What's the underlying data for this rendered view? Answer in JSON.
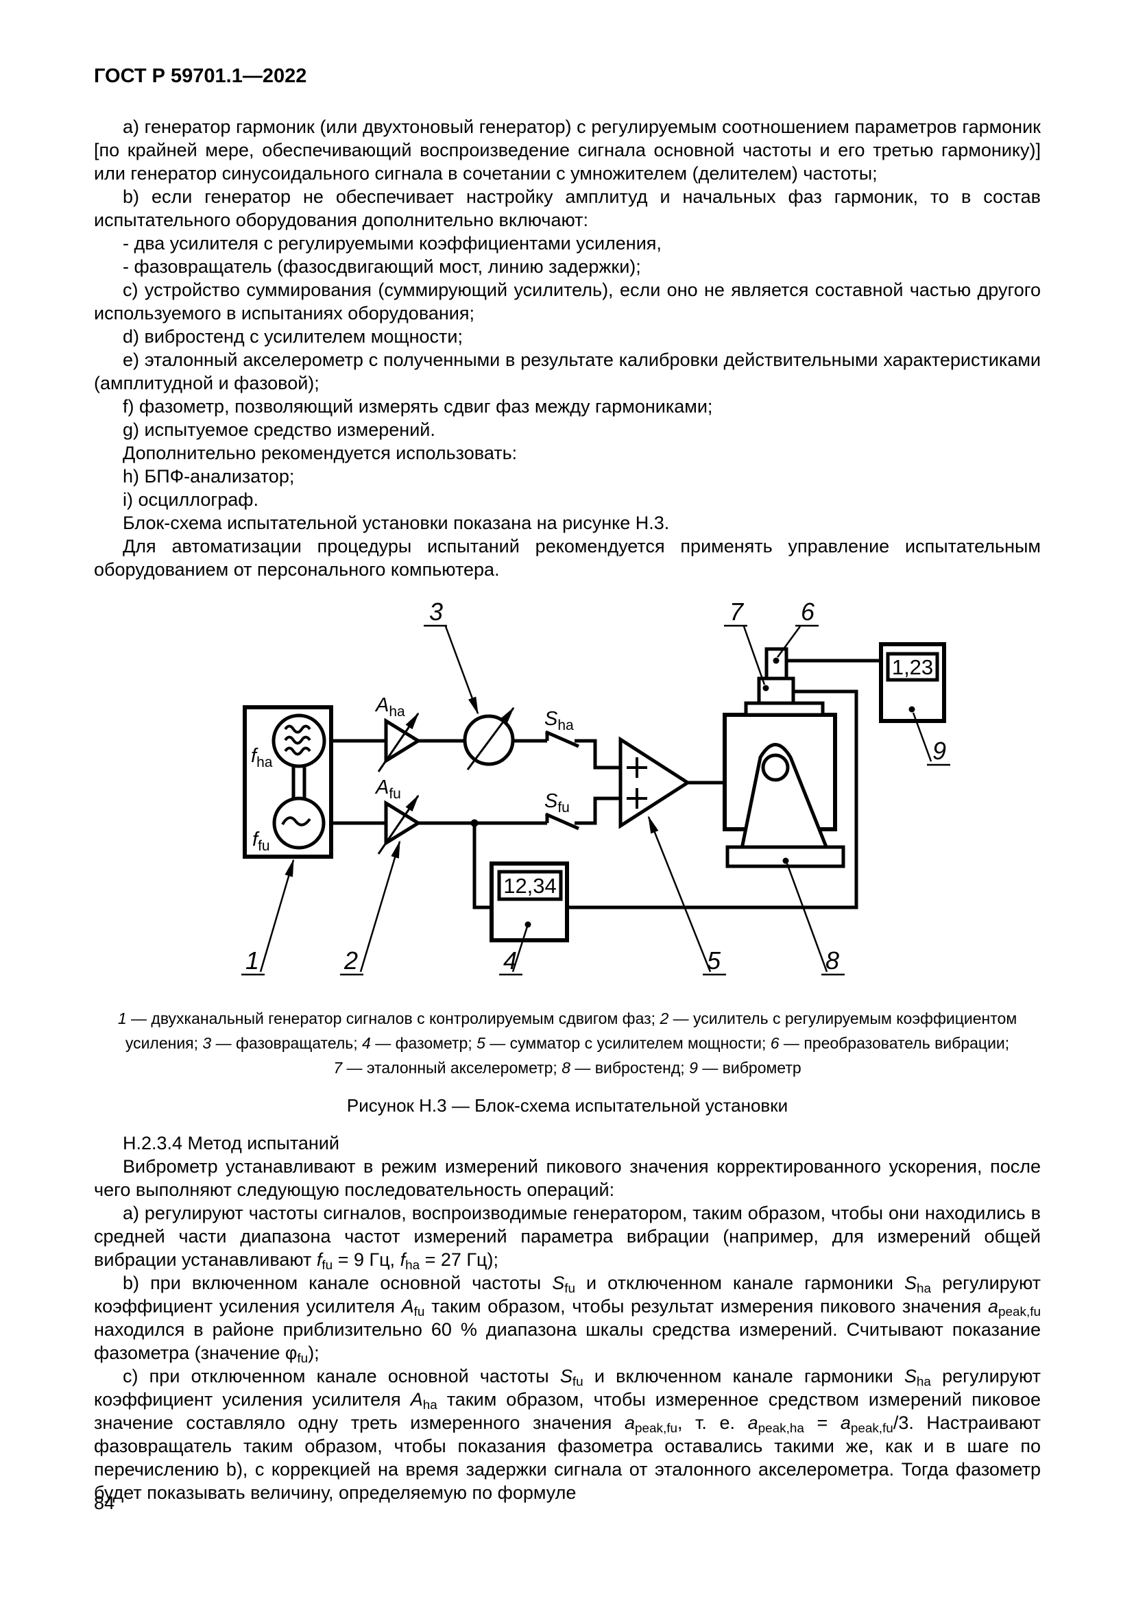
{
  "page": {
    "header": "ГОСТ Р 59701.1—2022",
    "number": "84"
  },
  "body_top": [
    "а) генератор гармоник (или двухтоновый генератор) с регулируемым соотношением параметров гармоник [по крайней мере, обеспечивающий воспроизведение сигнала основной частоты и его третью гармонику)] или генератор синусоидального сигнала в сочетании с умножителем (делителем) частоты;",
    "b) если генератор не обеспечивает настройку амплитуд и начальных фаз гармоник, то в состав испытательного оборудования дополнительно включают:",
    "- два усилителя с регулируемыми коэффициентами усиления,",
    "- фазовращатель (фазосдвигающий мост, линию задержки);",
    "c) устройство суммирования (суммирующий усилитель), если оно не является составной частью другого используемого в испытаниях оборудования;",
    "d) вибростенд с усилителем мощности;",
    "e) эталонный акселерометр с полученными в результате калибровки действительными характеристиками (амплитудной и фазовой);",
    "f) фазометр, позволяющий измерять сдвиг фаз между гармониками;",
    "g) испытуемое средство измерений.",
    "Дополнительно рекомендуется использовать:",
    "h) БПФ-анализатор;",
    "i) осциллограф.",
    "Блок-схема испытательной установки показана на рисунке Н.3.",
    "Для автоматизации процедуры испытаний рекомендуется применять управление испытательным оборудованием от персонального компьютера."
  ],
  "figure": {
    "caption": [
      "<i>1</i> — двухканальный генератор сигналов с контролируемым сдвигом фаз; <i>2</i> — усилитель с регулируемым коэффициентом",
      "усиления; <i>3</i> — фазовращатель; <i>4</i> — фазометр; <i>5</i> — сумматор с усилителем мощности; <i>6</i> — преобразователь вибрации;",
      "<i>7</i> — эталонный акселерометр; <i>8</i> — вибростенд; <i>9</i> — виброметр"
    ],
    "title": "Рисунок Н.3 — Блок-схема испытательной установки"
  },
  "body_bottom": [
    "Н.2.3.4 Метод испытаний",
    "Виброметр устанавливают в режим измерений пикового значения корректированного ускорения, после чего выполняют следующую последовательность операций:",
    "а) регулируют частоты сигналов, воспроизводимые генератором, таким образом, чтобы они находились в средней части диапазона частот измерений параметра вибрации (например, для измерений общей вибрации устанавливают <i>f</i><sub>fu</sub> = 9 Гц, <i>f</i><sub>ha</sub> = 27 Гц);",
    "b) при включенном канале основной частоты <i>S</i><sub>fu</sub> и отключенном канале гармоники <i>S</i><sub>ha</sub> регулируют коэффициент усиления усилителя <i>A</i><sub>fu</sub> таким образом, чтобы результат измерения пикового значения <i>a</i><sub>peak,fu</sub> находился в районе приблизительно 60 % диапазона шкалы средства измерений. Считывают показание фазометра (значение φ<sub>fu</sub>);",
    "c) при отключенном канале основной частоты <i>S</i><sub>fu</sub> и включенном канале гармоники <i>S</i><sub>ha</sub> регулируют коэффициент усиления усилителя <i>A</i><sub>ha</sub> таким образом, чтобы измеренное средством измерений пиковое значение составляло одну треть измеренного значения <i>a</i><sub>peak,fu</sub>, т. е. <i>a</i><sub>peak,ha</sub> = <i>a</i><sub>peak,fu</sub>/3. Настраивают фазовращатель таким образом, чтобы показания фазометра оставались такими же, как и в шаге по перечислению b), с коррекцией на время задержки сигнала от эталонного акселерометра. Тогда фазометр будет показывать величину, определяемую по формуле"
  ],
  "diagram": {
    "f_ha": {
      "main": "f",
      "sub": "ha"
    },
    "f_fu": {
      "main": "f",
      "sub": "fu"
    },
    "A_ha": {
      "main": "A",
      "sub": "ha"
    },
    "A_fu": {
      "main": "A",
      "sub": "fu"
    },
    "S_ha": {
      "main": "S",
      "sub": "ha"
    },
    "S_fu": {
      "main": "S",
      "sub": "fu"
    },
    "phasemeter_value": "12,34",
    "vibrometer_value": "1,23",
    "callouts": {
      "c1": "1",
      "c2": "2",
      "c3": "3",
      "c4": "4",
      "c5": "5",
      "c6": "6",
      "c7": "7",
      "c8": "8",
      "c9": "9"
    }
  }
}
